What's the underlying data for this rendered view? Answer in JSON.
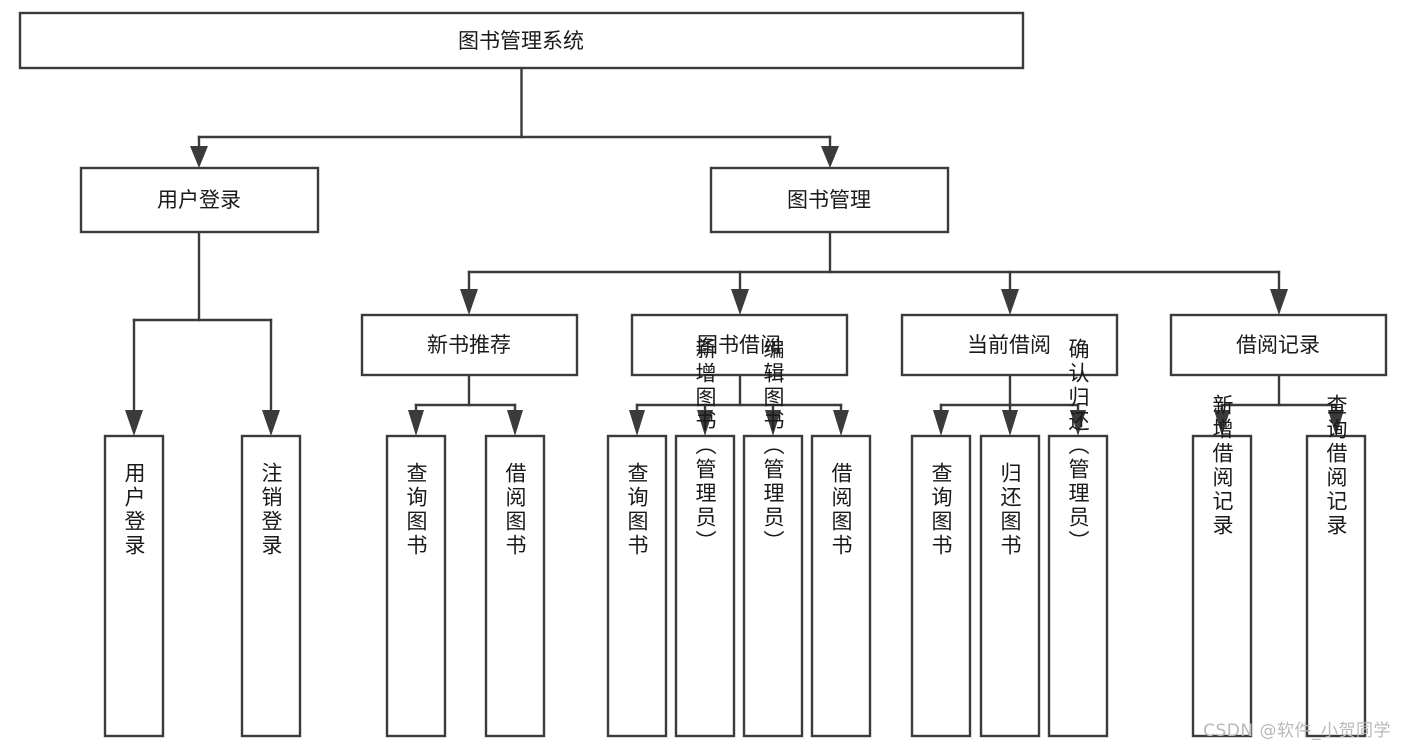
{
  "diagram": {
    "type": "tree-hierarchy",
    "title": "图书管理系统",
    "orientation": "top-down",
    "colors": {
      "box_stroke": "#3b3b3b",
      "box_fill": "#ffffff",
      "text": "#1a1a1a",
      "canvas": "#ffffff",
      "watermark": "#b9b9b9"
    },
    "root": {
      "label": "图书管理系统"
    },
    "level2": [
      {
        "label": "用户登录"
      },
      {
        "label": "图书管理"
      }
    ],
    "level3": [
      {
        "label": "新书推荐"
      },
      {
        "label": "图书借阅"
      },
      {
        "label": "当前借阅"
      },
      {
        "label": "借阅记录"
      }
    ],
    "leaves": {
      "user_login": [
        {
          "label": "用户登录"
        },
        {
          "label": "注销登录"
        }
      ],
      "new_book_recommend": [
        {
          "label": "查询图书"
        },
        {
          "label": "借阅图书"
        }
      ],
      "book_borrow": [
        {
          "label": "查询图书"
        },
        {
          "label": "新增图书（管理员）"
        },
        {
          "label": "编辑图书（管理员）"
        },
        {
          "label": "借阅图书"
        }
      ],
      "current_borrow": [
        {
          "label": "查询图书"
        },
        {
          "label": "归还图书"
        },
        {
          "label": "确认归还（管理员）"
        }
      ],
      "borrow_record": [
        {
          "label": "新增借阅记录"
        },
        {
          "label": "查询借阅记录"
        }
      ]
    }
  },
  "watermark": {
    "text": "CSDN @软件_小贺同学"
  }
}
